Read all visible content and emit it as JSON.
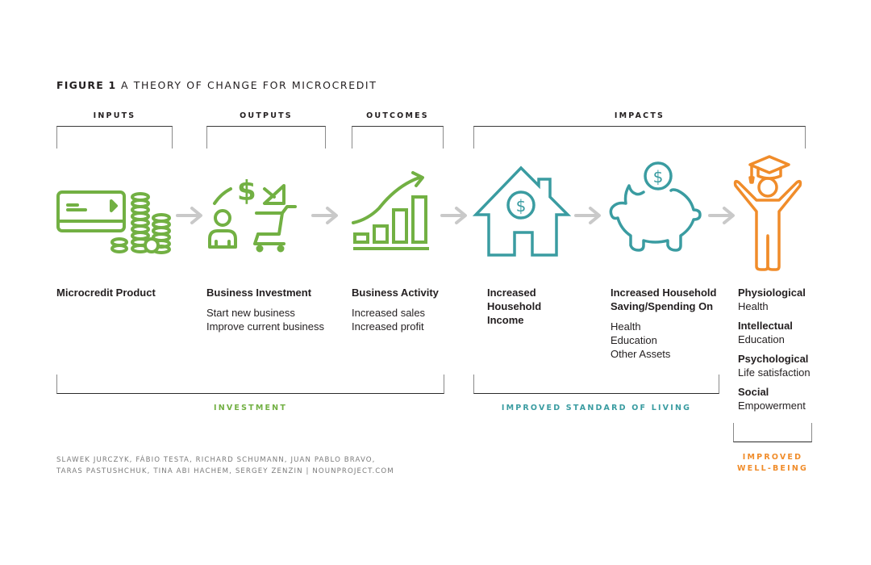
{
  "figure": {
    "number_label": "FIGURE 1",
    "title": "A THEORY OF CHANGE FOR MICROCREDIT"
  },
  "stages": [
    {
      "label": "INPUTS"
    },
    {
      "label": "OUTPUTS"
    },
    {
      "label": "OUTCOMES"
    },
    {
      "label": "IMPACTS"
    }
  ],
  "nodes": [
    {
      "icon": "credit-card-coins-icon",
      "title": "Microcredit Product",
      "items": []
    },
    {
      "icon": "person-dollar-cart-icon",
      "title": "Business Investment",
      "items": [
        "Start new business",
        "Improve current business"
      ]
    },
    {
      "icon": "growth-bar-chart-icon",
      "title": "Business Activity",
      "items": [
        "Increased sales",
        "Increased profit"
      ]
    },
    {
      "icon": "house-dollar-icon",
      "title_lines": [
        "Increased",
        "Household",
        "Income"
      ],
      "items": []
    },
    {
      "icon": "piggy-bank-icon",
      "title_lines": [
        "Increased Household",
        "Saving/Spending On"
      ],
      "items": [
        "Health",
        "Education",
        "Other Assets"
      ]
    },
    {
      "icon": "graduate-person-icon",
      "wellbeing": [
        {
          "title": "Physiological",
          "value": "Health"
        },
        {
          "title": "Intellectual",
          "value": "Education"
        },
        {
          "title": "Psychological",
          "value": "Life satisfaction"
        },
        {
          "title": "Social",
          "value": "Empowerment"
        }
      ]
    }
  ],
  "arrows": {
    "icon": "right-arrow-icon",
    "color": "#c9c9c9",
    "count": 5
  },
  "groups": [
    {
      "label": "INVESTMENT",
      "color": "#72b043"
    },
    {
      "label": "IMPROVED STANDARD OF LIVING",
      "color": "#3a9ca1"
    },
    {
      "label_lines": [
        "IMPROVED",
        "WELL-BEING"
      ],
      "color": "#f08c2a"
    }
  ],
  "colors": {
    "green": "#72b043",
    "teal": "#3a9ca1",
    "orange": "#f08c2a",
    "arrow_gray": "#c9c9c9"
  },
  "credits": {
    "line1": "SLAWEK JURCZYK, FÁBIO TESTA, RICHARD SCHUMANN, JUAN PABLO BRAVO,",
    "line2": "TARAS PASTUSHCHUK, TINA ABI HACHEM, SERGEY ZENZIN | NOUNPROJECT.COM"
  }
}
